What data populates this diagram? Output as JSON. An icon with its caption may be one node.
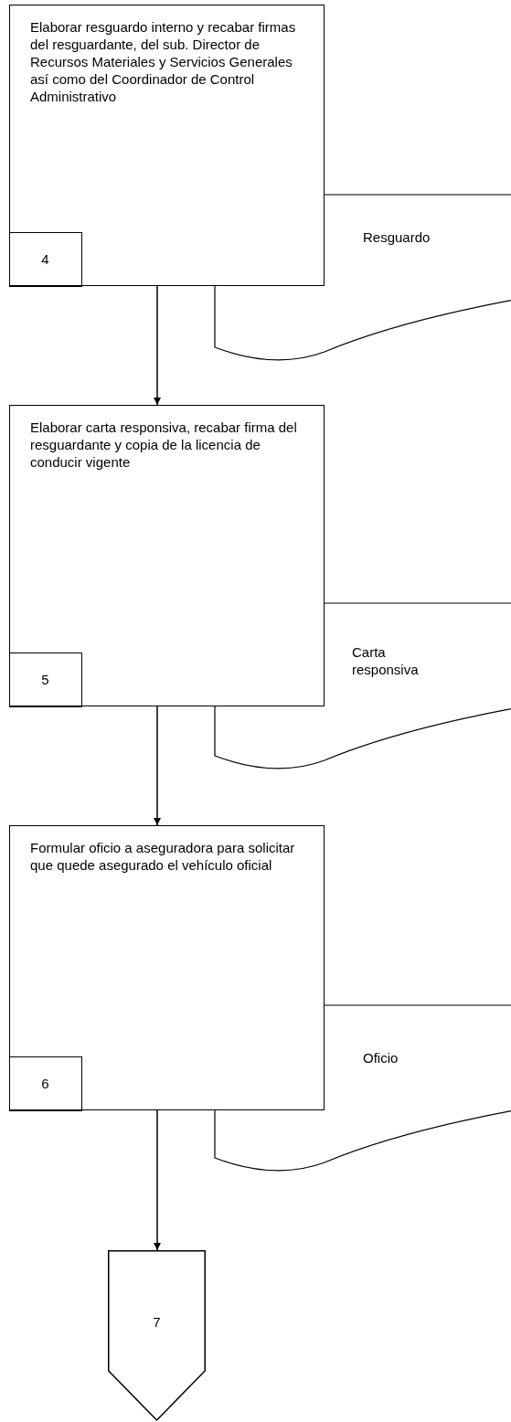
{
  "diagram": {
    "nodes": [
      {
        "text": [
          "Elaborar resguardo interno y recabar firmas del resguardante, del sub. Director de Recursos Materiales y Servicios Generales así como del Coordinador de Control Administrativo"
        ]
      },
      {
        "text": [
          "4"
        ],
        "in": 0
      },
      {
        "text": [
          "Resguardo"
        ]
      },
      {
        "text": [
          "Elaborar carta responsiva, recabar firma del resguardante y copia de la licencia de conducir vigente"
        ]
      },
      {
        "text": [
          "5"
        ],
        "in": 3
      },
      {
        "text": [
          "Carta responsiva"
        ]
      },
      {
        "text": [
          "Formular oficio a aseguradora para solicitar que quede asegurado el vehículo oficial"
        ]
      },
      {
        "text": [
          "6"
        ],
        "in": 6
      },
      {
        "text": [
          "Oficio"
        ]
      },
      {
        "text": [
          "7"
        ]
      }
    ],
    "edges": [
      {
        "from": 0,
        "to": 3,
        "arrow": "to"
      },
      {
        "from": 3,
        "to": 6,
        "arrow": "to"
      },
      {
        "from": 6,
        "to": 9,
        "arrow": "to"
      }
    ]
  }
}
